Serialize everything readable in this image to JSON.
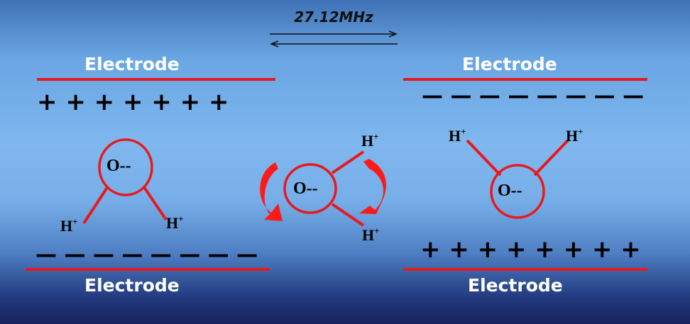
{
  "frequency": "27.12MHz",
  "electrode_label": "Electrode",
  "plus_row": "+ + + + + + +",
  "plus_row_right": "+ + + + + + + +",
  "minus_row": "— — — — — — — —",
  "minus_row_right": "— — — — — — — —",
  "oxygen_label": "O--",
  "hydrogen_symbol": "H",
  "hydrogen_charge": "+",
  "colors": {
    "electrode_line": "#e8191d",
    "molecule_line": "#e8191d",
    "rotation_arrow": "#ff1a1a",
    "electrode_text": "#ffffff",
    "charge_text": "#000000"
  }
}
